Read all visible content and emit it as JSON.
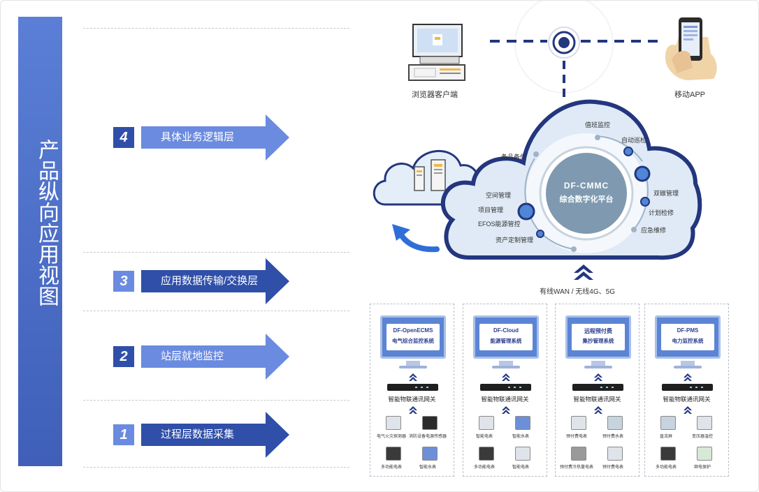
{
  "sidebar": {
    "title": "产品纵向应用视图"
  },
  "layers": [
    {
      "num": "4",
      "label": "具体业务逻辑层"
    },
    {
      "num": "3",
      "label": "应用数据传输/交换层"
    },
    {
      "num": "2",
      "label": "站层就地监控"
    },
    {
      "num": "1",
      "label": "过程层数据采集"
    }
  ],
  "clients": {
    "browser": "浏览器客户端",
    "mobile": "移动APP"
  },
  "platform": {
    "name": "DF-CMMC",
    "subtitle": "综合数字化平台"
  },
  "modules": [
    "值班监控",
    "自动巡检",
    "备品备件",
    "双碳管理",
    "空间管理",
    "计划检修",
    "项目管理",
    "EFOS能源管控",
    "应急维修",
    "资产定制管理"
  ],
  "network": "有线WAN / 无线4G、5G",
  "systems": [
    {
      "line1": "DF-OpenECMS",
      "line2": "电气综合监控系统",
      "gateway": "智能物联通讯网关",
      "devices": [
        "电气火灾探测器",
        "消防设备电源传感器",
        "多功能电表",
        "智能水表"
      ]
    },
    {
      "line1": "DF-Cloud",
      "line2": "能源管理系统",
      "gateway": "智能物联通讯网关",
      "devices": [
        "智能电表",
        "智能水表",
        "多功能电表",
        "智能电表"
      ]
    },
    {
      "line1": "远程预付费",
      "line2": "集抄管理系统",
      "gateway": "智能物联通讯网关",
      "devices": [
        "预付费电表",
        "预付费水表",
        "预付费冷热量电表",
        "预付费电表"
      ]
    },
    {
      "line1": "DF-PMS",
      "line2": "电力监控系统",
      "gateway": "智能物联通讯网关",
      "devices": [
        "直流屏",
        "变压器温控",
        "多功能电表",
        "继电保护"
      ]
    }
  ],
  "colors": {
    "sidebar": "#4a6cc8",
    "arrow_light": "#6b8be0",
    "arrow_dark": "#2f4fa8",
    "cloud_border": "#23367e",
    "cloud_fill": "#dfeaf6",
    "core": "#7f9ab0"
  }
}
